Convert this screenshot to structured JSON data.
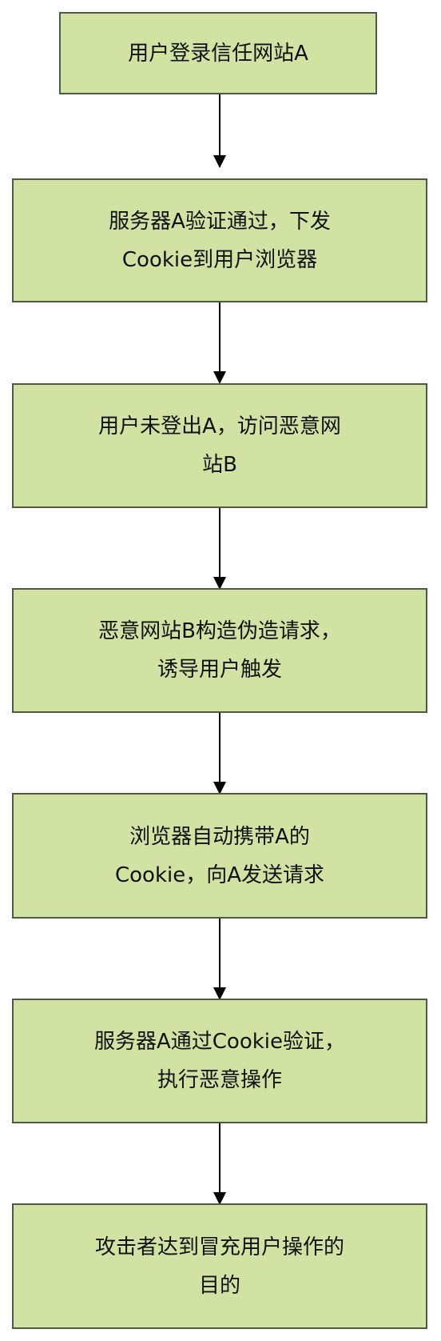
{
  "flowchart": {
    "box_fill_color": "#d1e3a3",
    "box_border_color": "#4f5a44",
    "steps": [
      {
        "text": "用户登录信任网站A"
      },
      {
        "text": "服务器A验证通过，下发\nCookie到用户浏览器"
      },
      {
        "text": "用户未登出A，访问恶意网\n站B"
      },
      {
        "text": "恶意网站B构造伪造请求，\n诱导用户触发"
      },
      {
        "text": "浏览器自动携带A的\nCookie，向A发送请求"
      },
      {
        "text": "服务器A通过Cookie验证，\n执行恶意操作"
      },
      {
        "text": "攻击者达到冒充用户操作的\n目的"
      }
    ]
  }
}
